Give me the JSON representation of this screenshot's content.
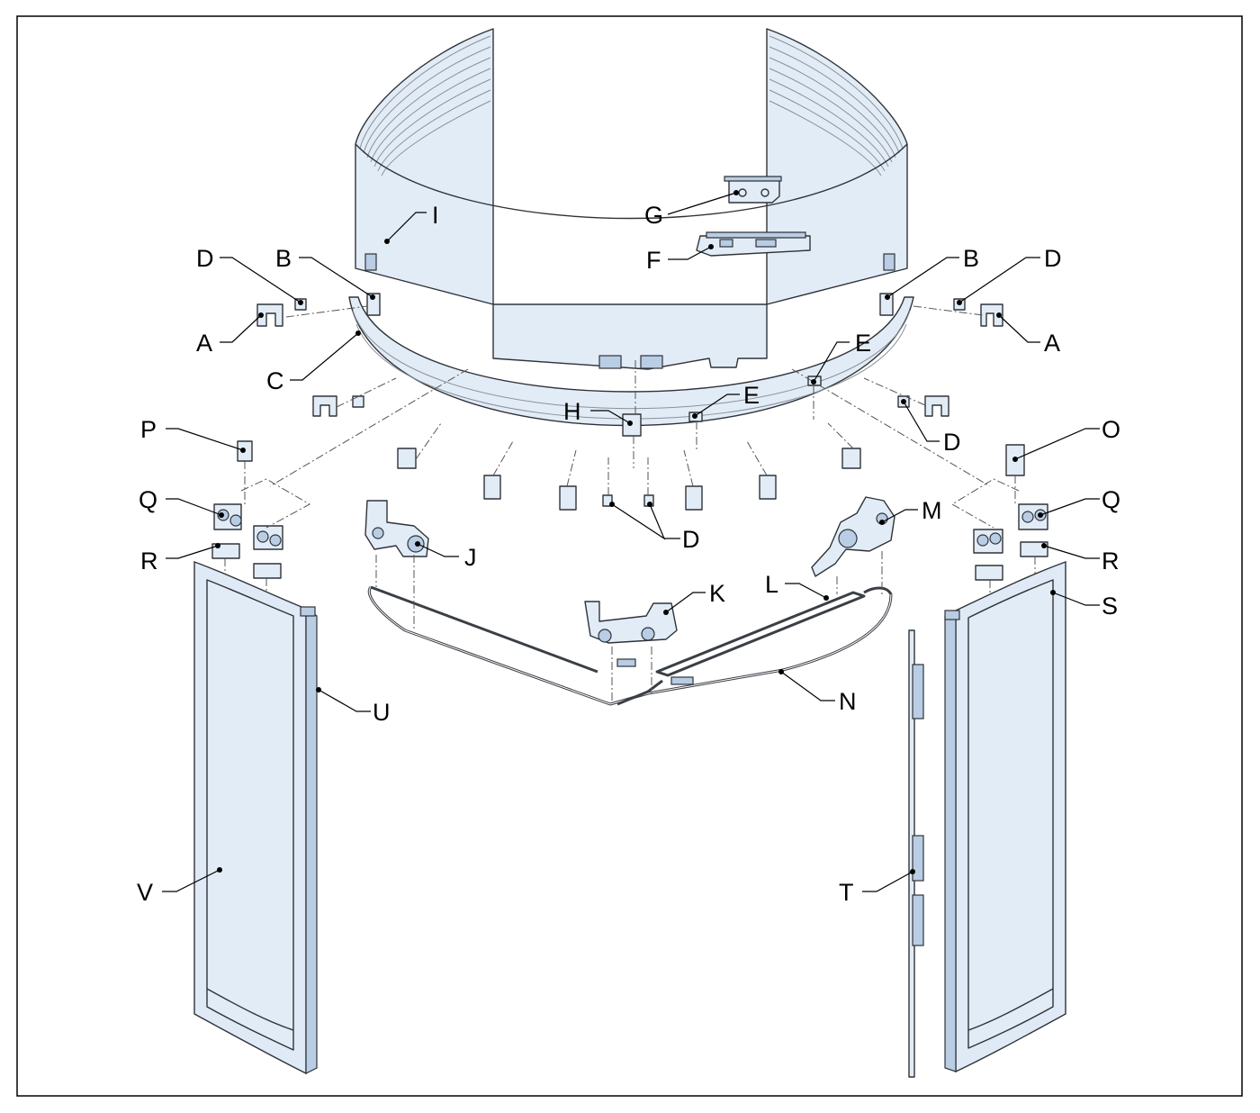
{
  "labels": {
    "A": "A",
    "B": "B",
    "C": "C",
    "D": "D",
    "E": "E",
    "F": "F",
    "G": "G",
    "H": "H",
    "I": "I",
    "J": "J",
    "K": "K",
    "L": "L",
    "M": "M",
    "N": "N",
    "O": "O",
    "P": "P",
    "Q": "Q",
    "R": "R",
    "S": "S",
    "T": "T",
    "U": "U",
    "V": "V"
  },
  "colors": {
    "part_fill": "#e2ecf7",
    "part_accent": "#b9cde4",
    "line": "#2f3338"
  }
}
